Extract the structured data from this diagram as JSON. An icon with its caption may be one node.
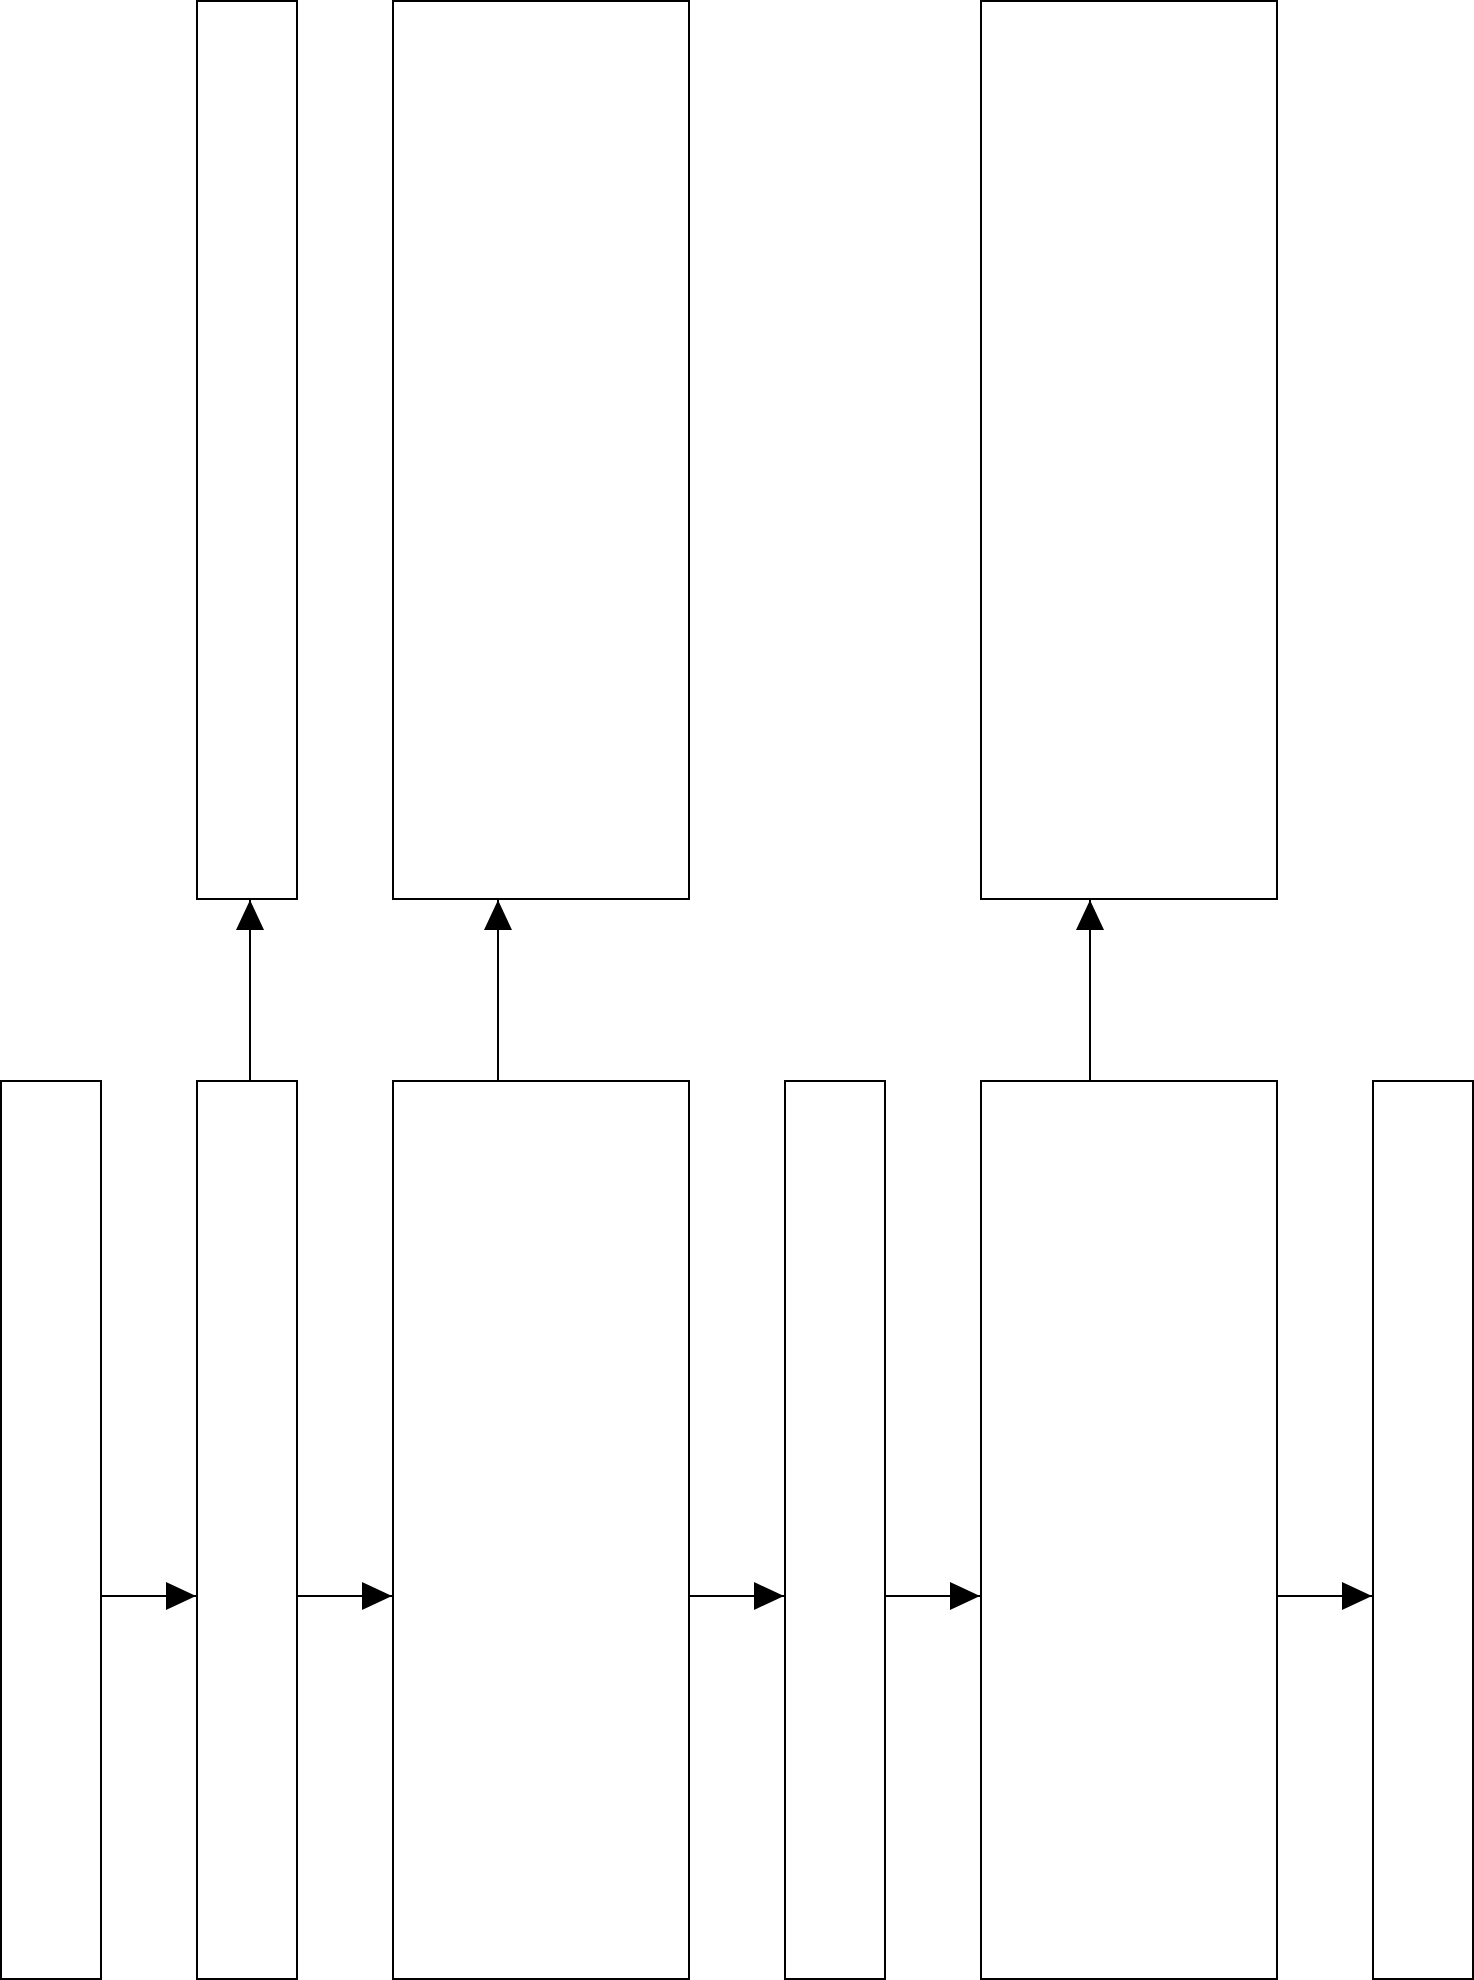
{
  "diagram": {
    "nodes": [
      {
        "text": [],
        "shape": "box"
      },
      {
        "text": [],
        "shape": "box"
      },
      {
        "text": [],
        "shape": "box"
      },
      {
        "text": [],
        "shape": "box"
      },
      {
        "text": [],
        "shape": "box"
      },
      {
        "text": [],
        "shape": "box"
      },
      {
        "text": [],
        "shape": "box"
      },
      {
        "text": [],
        "shape": "box"
      },
      {
        "text": [],
        "shape": "box"
      }
    ],
    "edges": [
      {
        "from": 3,
        "to": 4,
        "arrow": "to"
      },
      {
        "from": 4,
        "to": 5,
        "arrow": "to"
      },
      {
        "from": 5,
        "to": 6,
        "arrow": "to"
      },
      {
        "from": 6,
        "to": 7,
        "arrow": "to"
      },
      {
        "from": 7,
        "to": 8,
        "arrow": "to"
      },
      {
        "from": 4,
        "to": 0,
        "arrow": "to"
      },
      {
        "from": 5,
        "to": 1,
        "arrow": "to"
      },
      {
        "from": 7,
        "to": 2,
        "arrow": "to"
      }
    ]
  }
}
